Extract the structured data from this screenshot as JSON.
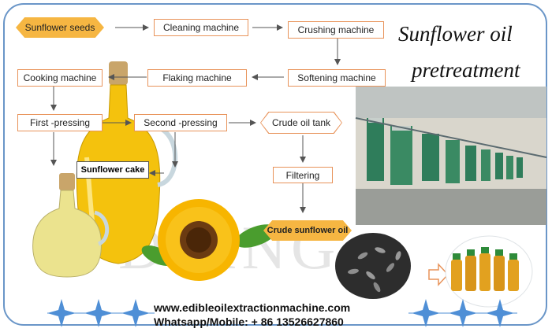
{
  "title": {
    "line1": "Sunflower oil",
    "line2": "pretreatment"
  },
  "flow": {
    "sunflower_seeds": "Sunflower seeds",
    "cleaning_machine": "Cleaning machine",
    "crushing_machine": "Crushing machine",
    "softening_machine": "Softening machine",
    "flaking_machine": "Flaking machine",
    "cooking_machine": "Cooking machine",
    "first_pressing": "First -pressing",
    "second_pressing": "Second -pressing",
    "crude_oil_tank": "Crude oil tank",
    "filtering": "Filtering",
    "crude_sunflower_oil": "Crude sunflower oil",
    "sunflower_cake": "Sunflower cake"
  },
  "footer": {
    "website": "www.edibleoilextractionmachine.com",
    "contact": "Whatsapp/Mobile: + 86 13526627860"
  },
  "watermark": "DOING",
  "colors": {
    "accent": "#e8935a",
    "hex_fill": "#f6b642",
    "frame": "#6a96c8",
    "star": "#4f8fd6"
  }
}
